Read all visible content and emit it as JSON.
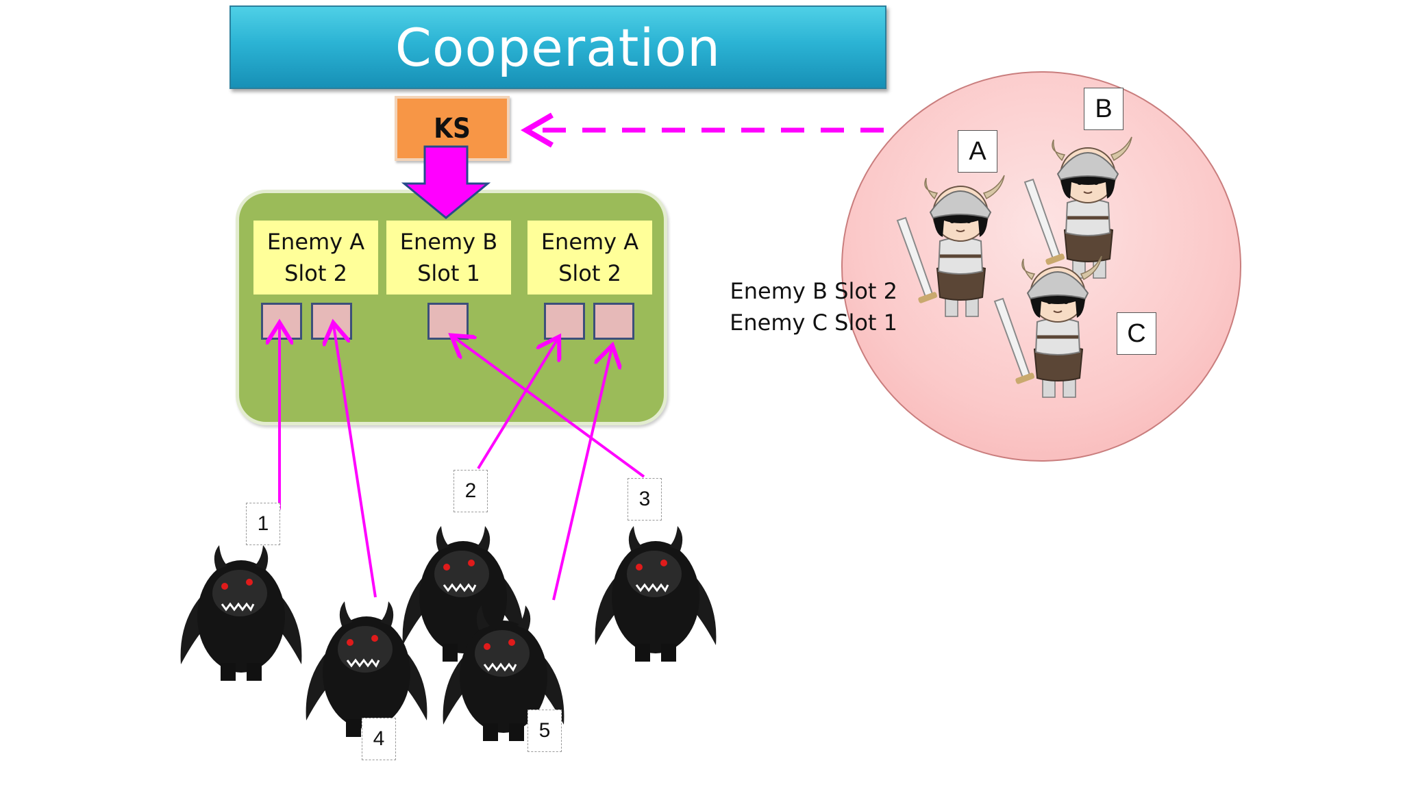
{
  "title": "Cooperation",
  "ks_label": "KS",
  "slots": [
    {
      "line1": "Enemy A",
      "line2": "Slot 2"
    },
    {
      "line1": "Enemy B",
      "line2": "Slot 1"
    },
    {
      "line1": "Enemy A",
      "line2": "Slot 2"
    }
  ],
  "side_note": {
    "line1": "Enemy B Slot 2",
    "line2": "Enemy  C Slot 1"
  },
  "soldier_labels": [
    "A",
    "B",
    "C"
  ],
  "monster_numbers": [
    "1",
    "2",
    "3",
    "4",
    "5"
  ],
  "colors": {
    "title_bar": "#2bb3d4",
    "ks_box": "#f79646",
    "panel": "#9bbb59",
    "slot_label": "#ffff99",
    "slot_square": "#e6b9b8",
    "arrow": "#ff00ff",
    "circle": "#fbc9c9"
  }
}
